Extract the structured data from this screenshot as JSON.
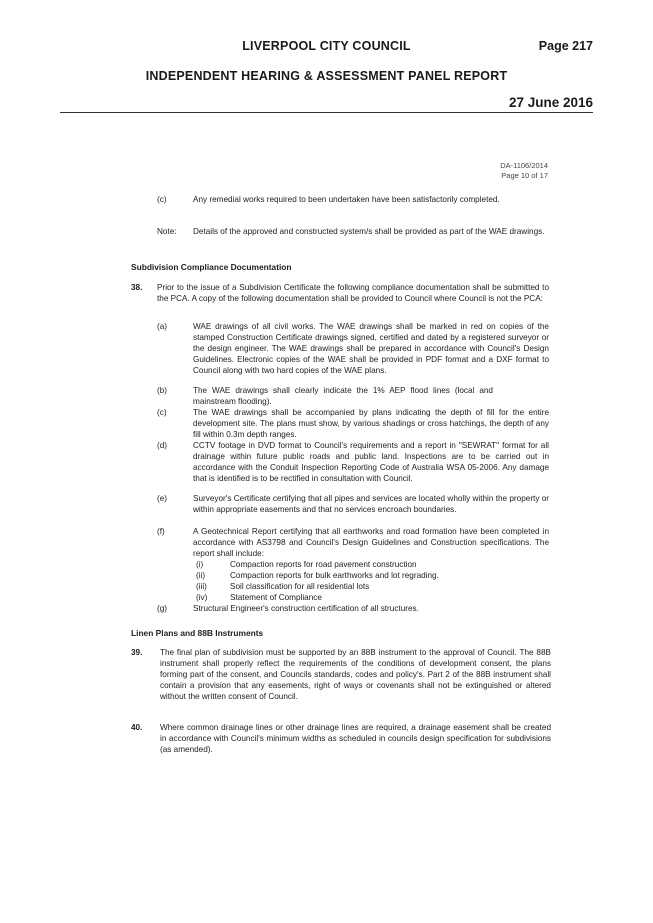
{
  "header": {
    "council": "LIVERPOOL CITY COUNCIL",
    "page": "Page 217",
    "report_title": "INDEPENDENT HEARING & ASSESSMENT PANEL REPORT",
    "date": "27 June 2016"
  },
  "ref": {
    "da": "DA-1106/2014",
    "page": "Page 10 of 17"
  },
  "items": {
    "c_top": {
      "label": "(c)",
      "text": "Any remedial works required to been undertaken have been satisfactorily completed."
    },
    "note": {
      "label": "Note:",
      "text": "Details of the approved and constructed system/s shall be provided as part of the WAE drawings."
    }
  },
  "section1": {
    "heading": "Subdivision Compliance Documentation",
    "number": "38.",
    "intro": "Prior to the issue of a Subdivision Certificate the following compliance documentation shall be submitted to the PCA. A copy of the following documentation shall be provided to Council where Council is not the PCA:",
    "subitems": [
      {
        "label": "(a)",
        "text": "WAE drawings of all civil works. The WAE drawings shall be marked in red on copies of the stamped Construction Certificate drawings signed, certified and dated by a registered surveyor or the design engineer. The WAE drawings shall be prepared in accordance with Council's Design Guidelines. Electronic copies of the WAE shall be provided in PDF format and a DXF format to Council along with two hard copies of the WAE plans."
      },
      {
        "label": "(b)",
        "text": "The WAE drawings shall clearly indicate the 1% AEP flood lines (local and mainstream flooding)."
      },
      {
        "label": "(c)",
        "text": "The WAE drawings shall be accompanied by plans indicating the depth of fill for the entire development site. The plans must show, by various shadings or cross hatchings, the depth of any fill within 0.3m depth ranges."
      },
      {
        "label": "(d)",
        "text": "CCTV footage in DVD format to Council's requirements and a report in \"SEWRAT\" format for all drainage within future public roads and public land. Inspections are to be carried out in accordance with the Conduit Inspection Reporting Code of Australia WSA 05-2006. Any damage that is identified is to be rectified in consultation with Council."
      },
      {
        "label": "(e)",
        "text": "Surveyor's Certificate certifying that all pipes and services are located wholly within the property or within appropriate easements and that no services encroach boundaries."
      },
      {
        "label": "(f)",
        "text": "A Geotechnical Report certifying that all earthworks and road formation have been completed in accordance with AS3798 and Council's Design Guidelines and Construction specifications. The report shall include:"
      },
      {
        "label": "(g)",
        "text": "Structural Engineer's construction certification of all structures."
      }
    ],
    "f_list": [
      {
        "label": "(i)",
        "text": "Compaction reports for road pavement construction"
      },
      {
        "label": "(ii)",
        "text": "Compaction reports for bulk earthworks and lot regrading."
      },
      {
        "label": "(iii)",
        "text": "Soil classification for all residential lots"
      },
      {
        "label": "(iv)",
        "text": "Statement of Compliance"
      }
    ]
  },
  "section2": {
    "heading": "Linen Plans and 88B Instruments",
    "items": [
      {
        "number": "39.",
        "text": "The final plan of subdivision must be supported by an 88B instrument to the approval of Council. The 88B instrument shall properly reflect the requirements of the conditions of development consent, the plans forming part of the consent, and Councils standards, codes and policy's. Part 2 of the 88B instrument shall contain a provision that any easements, right of ways or covenants shall not be extinguished or altered without the written consent of Council."
      },
      {
        "number": "40.",
        "text": "Where common drainage lines or other drainage lines are required, a drainage easement shall be created in accordance with Council's minimum widths as scheduled in councils design specification for subdivisions (as amended)."
      }
    ]
  }
}
